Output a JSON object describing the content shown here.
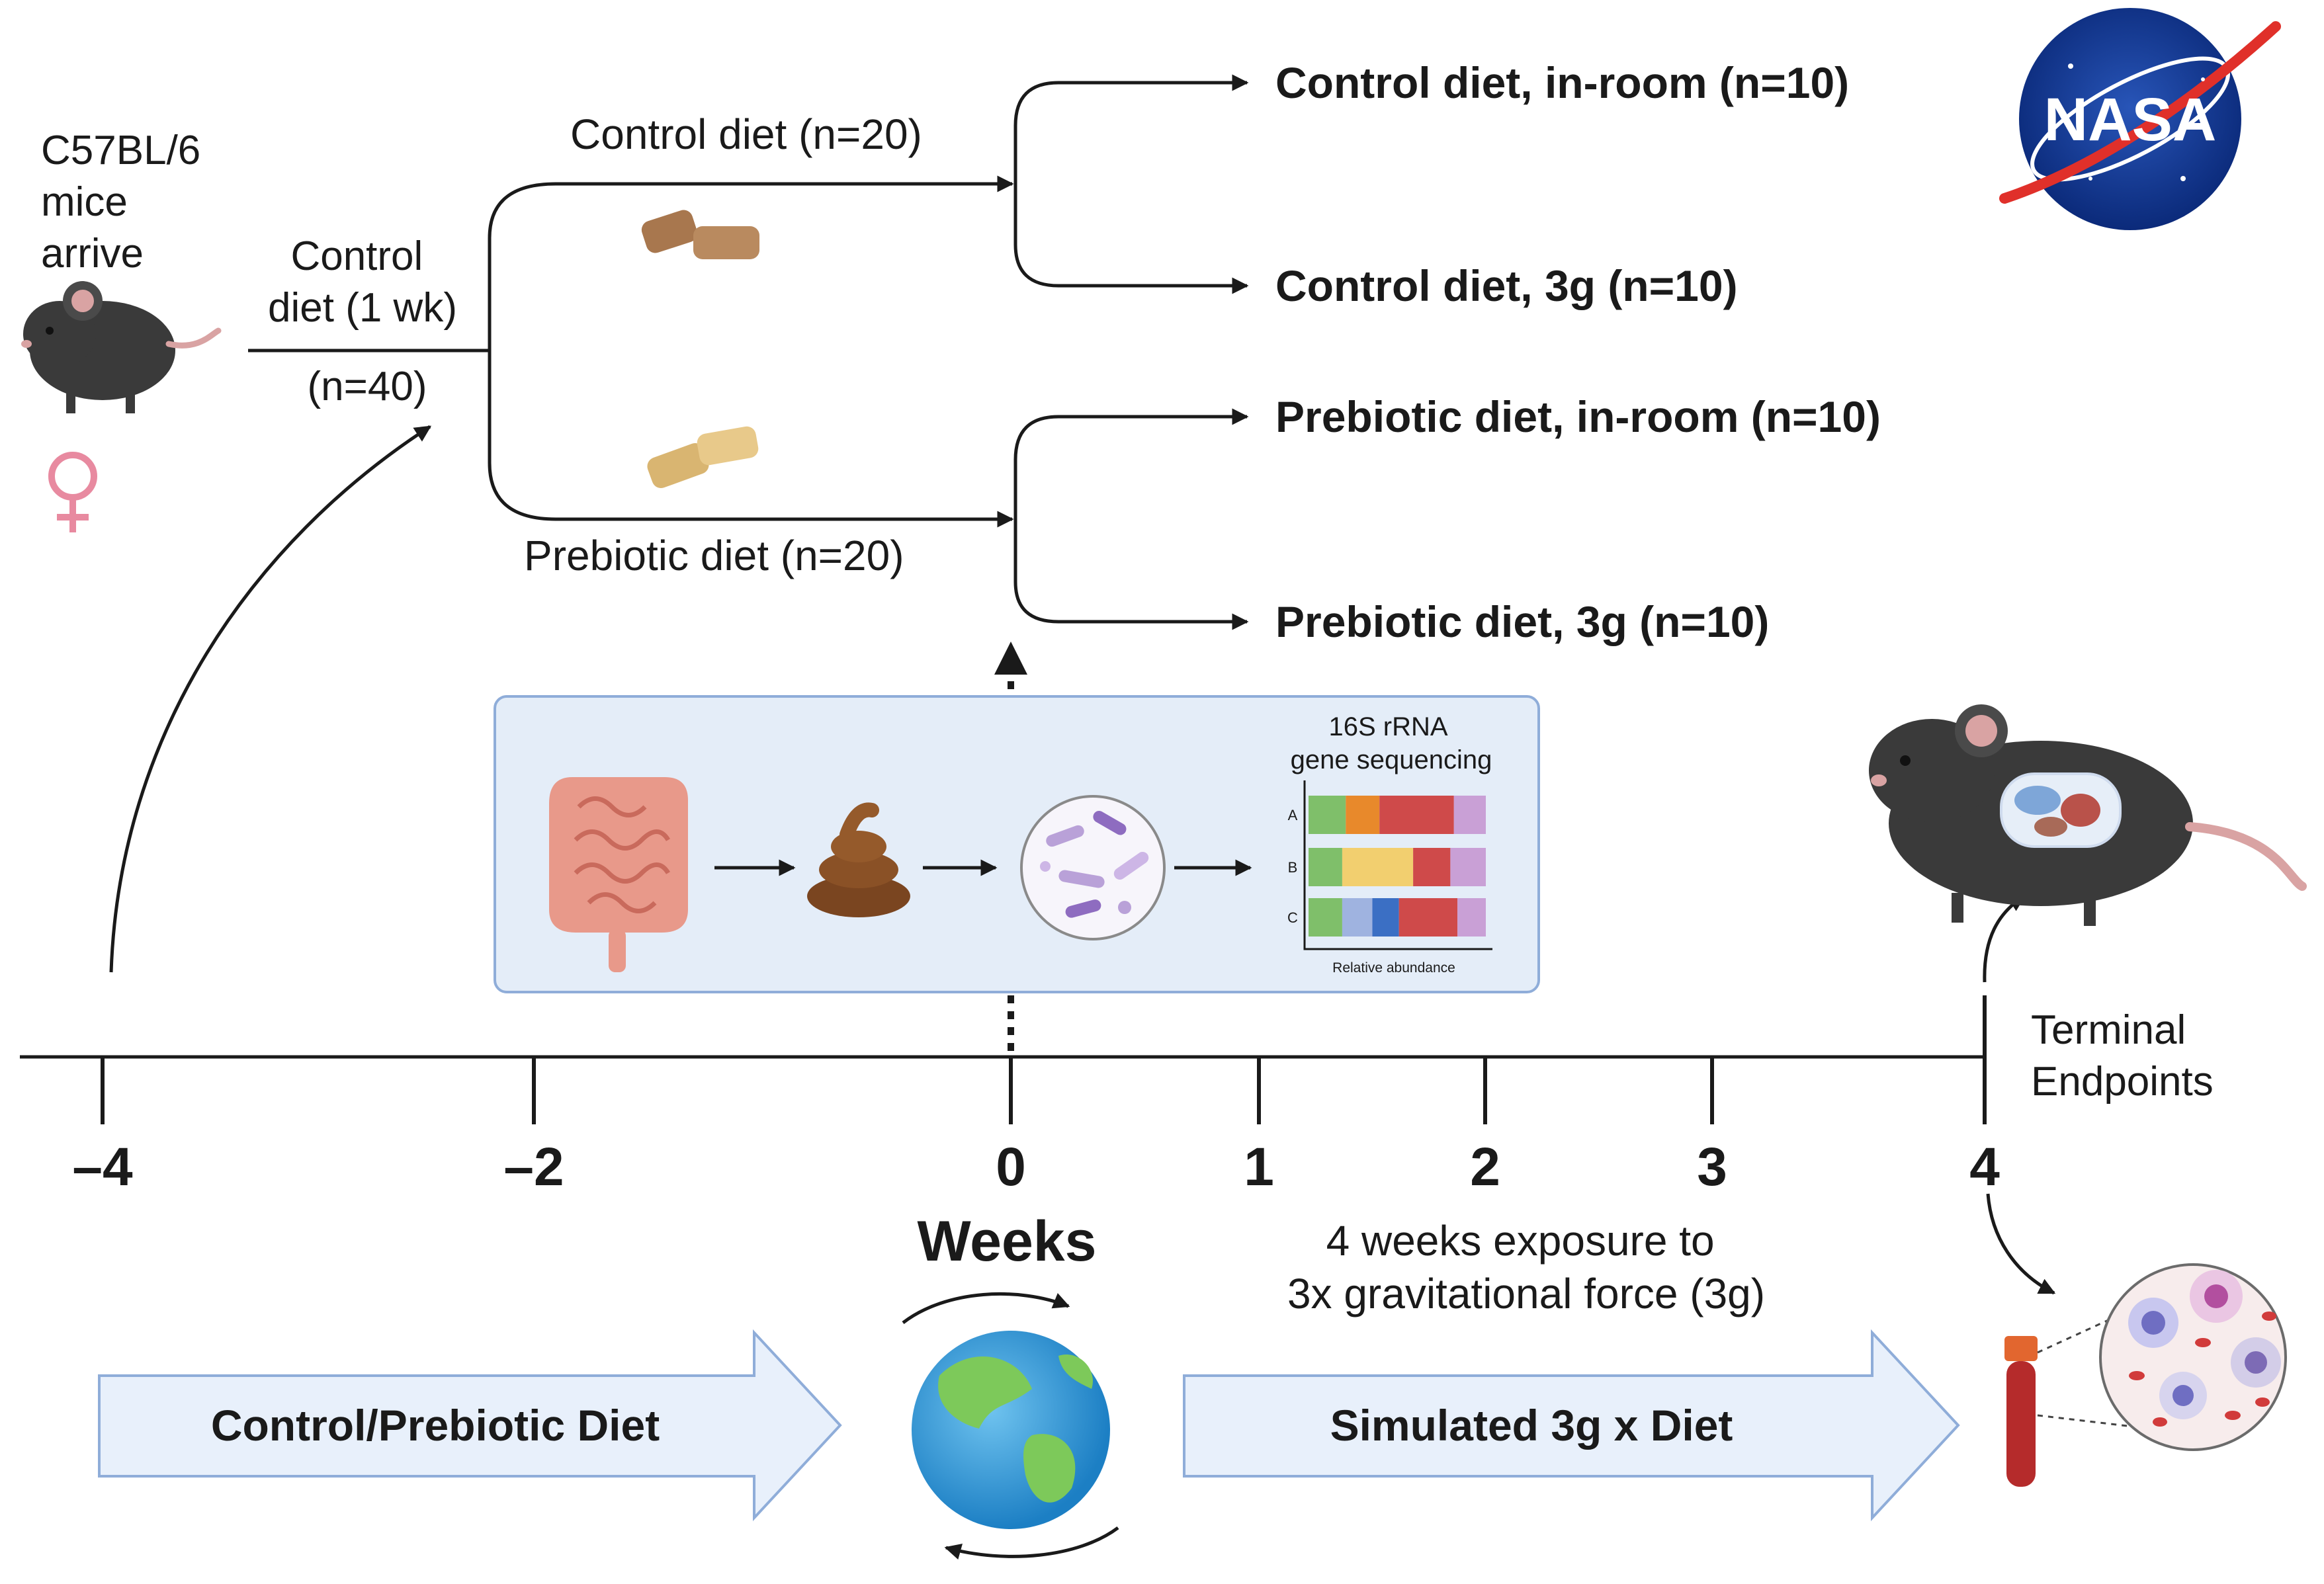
{
  "mouse_label": "C57BL/6\nmice\narrive",
  "acclimation": {
    "diet_label": "Control\ndiet (1 wk)",
    "n_label": "(n=40)"
  },
  "branches": {
    "control_label": "Control diet (n=20)",
    "prebiotic_label": "Prebiotic diet (n=20)"
  },
  "groups": [
    {
      "label": "Control diet, in-room (n=10)",
      "color": "#c0392b"
    },
    {
      "label": "Control diet, 3g (n=10)",
      "color": "#c0392b"
    },
    {
      "label": "Prebiotic diet, in-room (n=10)",
      "color": "#2e86c1"
    },
    {
      "label": "Prebiotic diet, 3g (n=10)",
      "color": "#2e86c1"
    }
  ],
  "logo_text": "NASA",
  "sequencing": {
    "title": "16S rRNA\ngene sequencing",
    "row_labels": [
      "A",
      "B",
      "C"
    ],
    "x_label": "Relative abundance",
    "rows": [
      [
        {
          "f": 0.21,
          "c": "#7fbf6a"
        },
        {
          "f": 0.19,
          "c": "#e8892b"
        },
        {
          "f": 0.42,
          "c": "#cf4a4a"
        },
        {
          "f": 0.18,
          "c": "#c9a0d6"
        }
      ],
      [
        {
          "f": 0.19,
          "c": "#7fbf6a"
        },
        {
          "f": 0.4,
          "c": "#f2cf6f"
        },
        {
          "f": 0.21,
          "c": "#cf4a4a"
        },
        {
          "f": 0.2,
          "c": "#c9a0d6"
        }
      ],
      [
        {
          "f": 0.19,
          "c": "#7fbf6a"
        },
        {
          "f": 0.17,
          "c": "#9fb3e0"
        },
        {
          "f": 0.15,
          "c": "#3b6fc4"
        },
        {
          "f": 0.33,
          "c": "#cf4a4a"
        },
        {
          "f": 0.16,
          "c": "#c9a0d6"
        }
      ]
    ]
  },
  "timeline": {
    "ticks": [
      "–4",
      "–2",
      "0",
      "1",
      "2",
      "3",
      "4"
    ],
    "axis_label": "Weeks",
    "terminal_label": "Terminal\nEndpoints",
    "exposure_label": "4 weeks exposure to\n3x gravitational force (3g)"
  },
  "phase_arrows": {
    "diet": "Control/Prebiotic Diet",
    "gravity": "Simulated 3g x Diet"
  },
  "colors": {
    "control": "#c0392b",
    "prebiotic": "#2e86c1",
    "arrow_fill": "#e8f0fb",
    "arrow_stroke": "#8fadd9",
    "panel_fill": "#e4edf8",
    "panel_stroke": "#8fadd9"
  }
}
